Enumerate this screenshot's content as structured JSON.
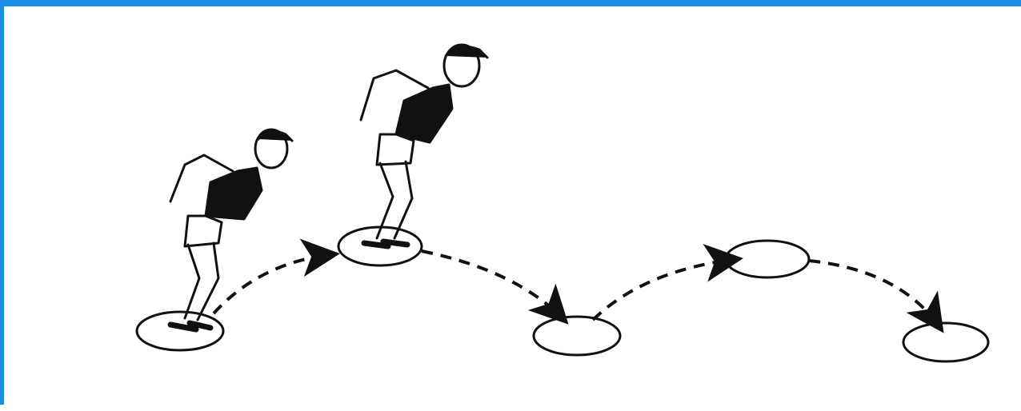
{
  "frame": {
    "border_color": "#1a8ee0",
    "background": "#ffffff"
  },
  "illustration": {
    "subject": "child-jumping-between-hoops",
    "ink_color": "#111111",
    "hoops": 5,
    "figures": 2,
    "arrows": 4
  }
}
